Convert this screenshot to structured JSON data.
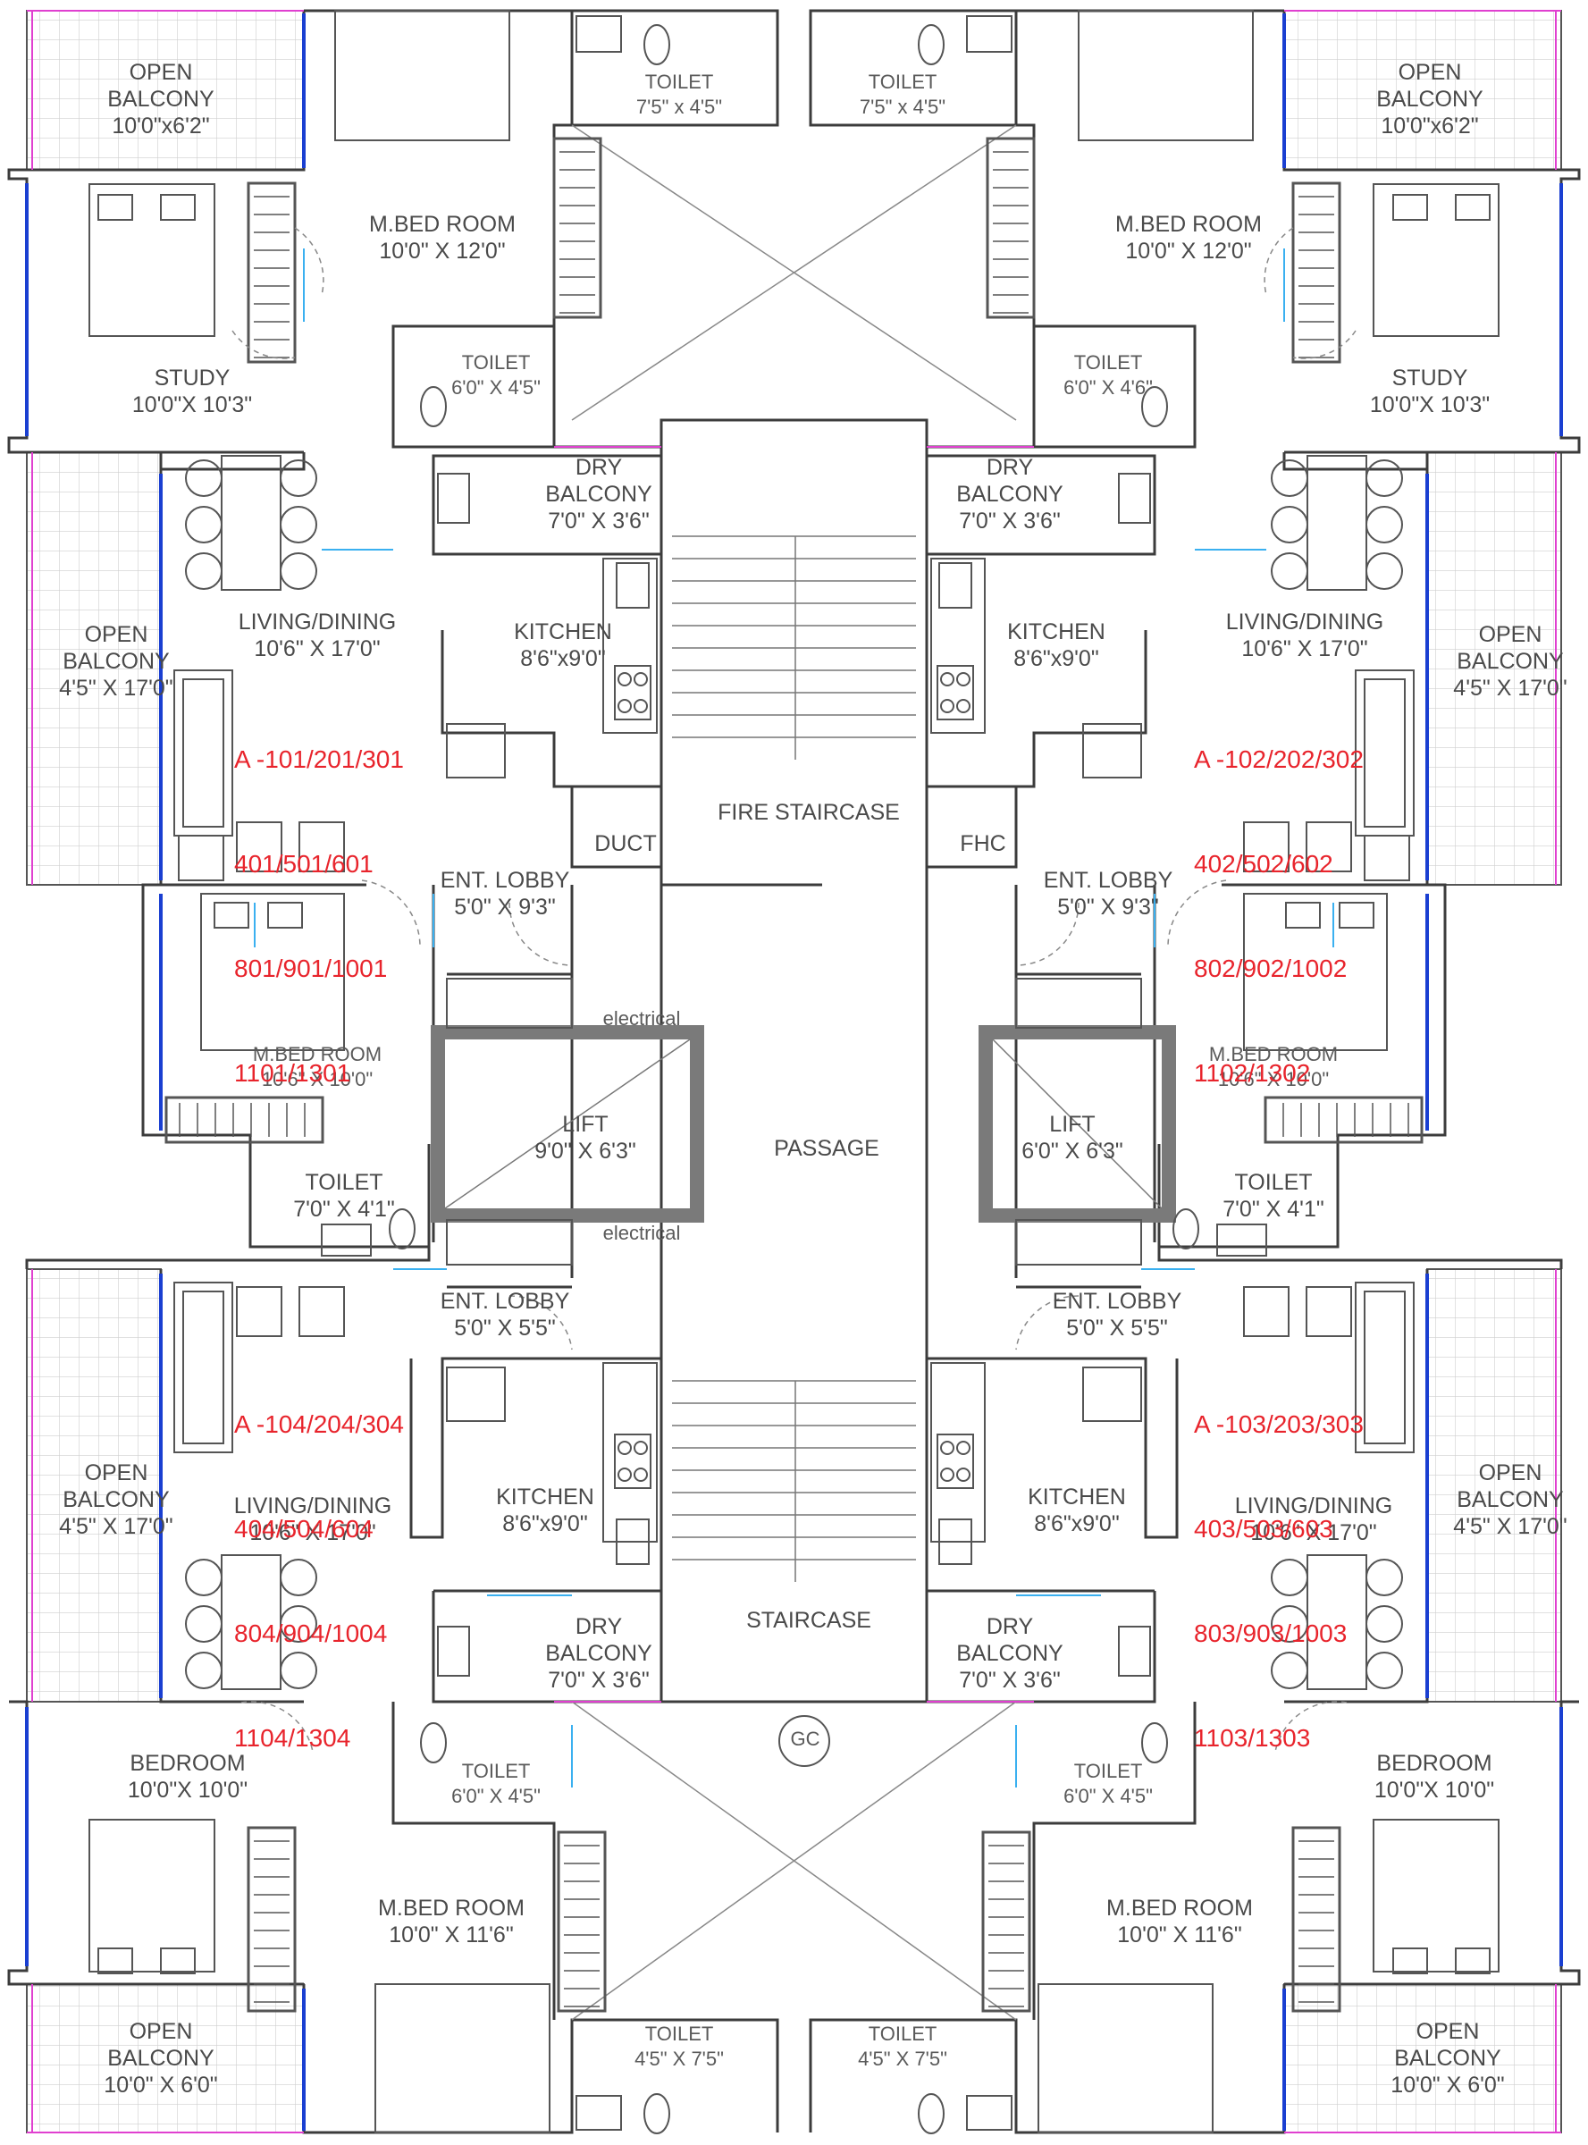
{
  "plan": {
    "colors": {
      "wall": "#3c3c3c",
      "line": "#555555",
      "lift_wall": "#7a7a7a",
      "window": "#1a3fd1",
      "window_light": "#3ab0f0",
      "magenta": "#e040d0",
      "tile": "#cfcfcf",
      "unit_text": "#e8242c"
    },
    "units": [
      {
        "lines": [
          "A -101/201/301",
          "401/501/601",
          "801/901/1001",
          "1101/1301"
        ]
      },
      {
        "lines": [
          "A -102/202/302",
          "402/502/602",
          "802/902/1002",
          "1102/1302"
        ]
      },
      {
        "lines": [
          "A -104/204/304",
          "404/504/604",
          "804/904/1004",
          "1104/1304"
        ]
      },
      {
        "lines": [
          "A -103/203/303",
          "403/503/603",
          "803/903/1003",
          "1103/1303"
        ]
      }
    ],
    "rooms": [
      {
        "name": "open-balcony-top-left",
        "text": "OPEN\nBALCONY\n10'0\"x6'2\""
      },
      {
        "name": "open-balcony-top-right",
        "text": "OPEN\nBALCONY\n10'0\"x6'2\""
      },
      {
        "name": "toilet-top-left",
        "text": "TOILET\n7'5\" x 4'5\""
      },
      {
        "name": "toilet-top-right",
        "text": "TOILET\n7'5\" x 4'5\""
      },
      {
        "name": "mbed-top-left",
        "text": "M.BED ROOM\n10'0\" X 12'0\""
      },
      {
        "name": "mbed-top-right",
        "text": "M.BED ROOM\n10'0\" X 12'0\""
      },
      {
        "name": "study-left",
        "text": "STUDY\n10'0\"X 10'3\""
      },
      {
        "name": "study-right",
        "text": "STUDY\n10'0\"X 10'3\""
      },
      {
        "name": "toilet-mid-top-left",
        "text": "TOILET\n6'0\" X 4'5\""
      },
      {
        "name": "toilet-mid-top-right",
        "text": "TOILET\n6'0\" X 4'6\""
      },
      {
        "name": "dry-balcony-top-left",
        "text": "DRY\nBALCONY\n7'0\" X 3'6\""
      },
      {
        "name": "dry-balcony-top-right",
        "text": "DRY\nBALCONY\n7'0\" X 3'6\""
      },
      {
        "name": "living-top-left",
        "text": "LIVING/DINING\n10'6\" X 17'0\""
      },
      {
        "name": "living-top-right",
        "text": "LIVING/DINING\n10'6\" X 17'0\""
      },
      {
        "name": "kitchen-top-left",
        "text": "KITCHEN\n8'6\"x9'0\""
      },
      {
        "name": "kitchen-top-right",
        "text": "KITCHEN\n8'6\"x9'0\""
      },
      {
        "name": "open-balcony-mid-left",
        "text": "OPEN\nBALCONY\n4'5\" X 17'0\""
      },
      {
        "name": "open-balcony-mid-right",
        "text": "OPEN\nBALCONY\n4'5\" X 17'0\""
      },
      {
        "name": "fire-staircase",
        "text": "FIRE STAIRCASE"
      },
      {
        "name": "duct",
        "text": "DUCT"
      },
      {
        "name": "fhc",
        "text": "FHC"
      },
      {
        "name": "ent-lobby-top-left",
        "text": "ENT. LOBBY\n5'0\" X 9'3\""
      },
      {
        "name": "ent-lobby-top-right",
        "text": "ENT. LOBBY\n5'0\" X 9'3\""
      },
      {
        "name": "mbed-mid-left",
        "text": "M.BED ROOM\n10'6\" X 10'0\""
      },
      {
        "name": "mbed-mid-right",
        "text": "M.BED ROOM\n10'6\" X 10'0\""
      },
      {
        "name": "electrical-top",
        "text": "electrical"
      },
      {
        "name": "electrical-bottom",
        "text": "electrical"
      },
      {
        "name": "lift-left",
        "text": "LIFT\n9'0\" X 6'3\""
      },
      {
        "name": "lift-right",
        "text": "LIFT\n6'0\" X 6'3\""
      },
      {
        "name": "passage",
        "text": "PASSAGE"
      },
      {
        "name": "toilet-mid-left",
        "text": "TOILET\n7'0\" X 4'1\""
      },
      {
        "name": "toilet-mid-right",
        "text": "TOILET\n7'0\" X 4'1\""
      },
      {
        "name": "ent-lobby-bottom-left",
        "text": "ENT. LOBBY\n5'0\" X 5'5\""
      },
      {
        "name": "ent-lobby-bottom-right",
        "text": "ENT. LOBBY\n5'0\" X 5'5\""
      },
      {
        "name": "open-balcony-lower-left",
        "text": "OPEN\nBALCONY\n4'5\" X 17'0\""
      },
      {
        "name": "open-balcony-lower-right",
        "text": "OPEN\nBALCONY\n4'5\" X 17'0\""
      },
      {
        "name": "kitchen-bottom-left",
        "text": "KITCHEN\n8'6\"x9'0\""
      },
      {
        "name": "kitchen-bottom-right",
        "text": "KITCHEN\n8'6\"x9'0\""
      },
      {
        "name": "living-bottom-left",
        "text": "LIVING/DINING\n10'6\" X 17'0\""
      },
      {
        "name": "living-bottom-right",
        "text": "LIVING/DINING\n10'6\" X 17'0\""
      },
      {
        "name": "staircase",
        "text": "STAIRCASE"
      },
      {
        "name": "dry-balcony-bottom-left",
        "text": "DRY\nBALCONY\n7'0\" X 3'6\""
      },
      {
        "name": "dry-balcony-bottom-right",
        "text": "DRY\nBALCONY\n7'0\" X 3'6\""
      },
      {
        "name": "gc",
        "text": "GC"
      },
      {
        "name": "bedroom-left",
        "text": "BEDROOM\n10'0\"X 10'0\""
      },
      {
        "name": "bedroom-right",
        "text": "BEDROOM\n10'0\"X 10'0\""
      },
      {
        "name": "toilet-mid-bottom-left",
        "text": "TOILET\n6'0\" X 4'5\""
      },
      {
        "name": "toilet-mid-bottom-right",
        "text": "TOILET\n6'0\" X 4'5\""
      },
      {
        "name": "mbed-bottom-left",
        "text": "M.BED ROOM\n10'0\" X 11'6\""
      },
      {
        "name": "mbed-bottom-right",
        "text": "M.BED ROOM\n10'0\" X 11'6\""
      },
      {
        "name": "open-balcony-bottom-left",
        "text": "OPEN\nBALCONY\n10'0\" X 6'0\""
      },
      {
        "name": "open-balcony-bottom-right",
        "text": "OPEN\nBALCONY\n10'0\" X 6'0\""
      },
      {
        "name": "toilet-bottom-left",
        "text": "TOILET\n4'5\" X 7'5\""
      },
      {
        "name": "toilet-bottom-right",
        "text": "TOILET\n4'5\" X 7'5\""
      }
    ]
  }
}
